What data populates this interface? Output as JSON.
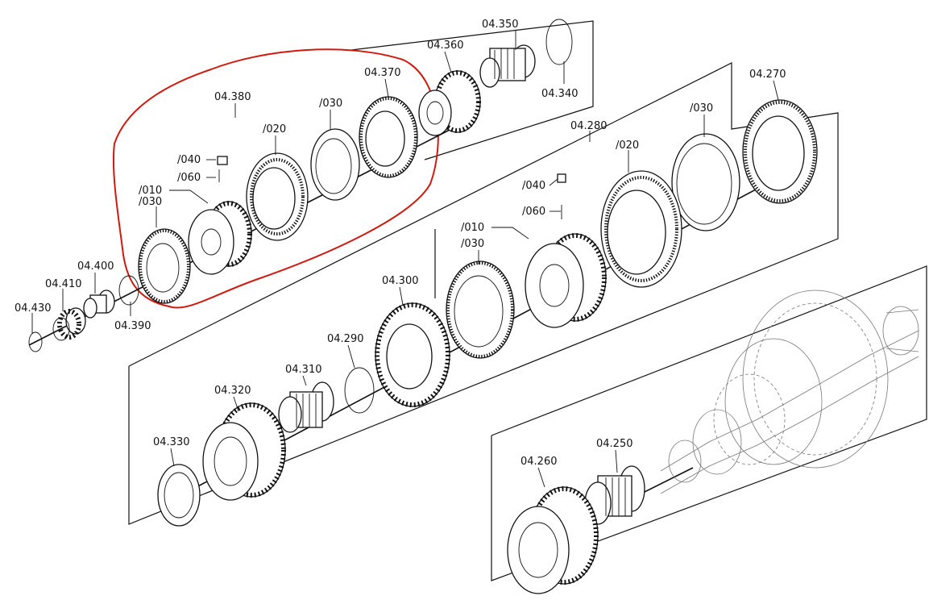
{
  "diagram": {
    "highlight_color": "#d01a10",
    "line_color": "#111111",
    "labels": {
      "p04_350": "04.350",
      "p04_340": "04.340",
      "p04_360": "04.360",
      "p04_370": "04.370",
      "p04_380": "04.380",
      "p04_380_030a": "/030",
      "p04_380_020": "/020",
      "p04_380_040": "/040",
      "p04_380_060": "/060",
      "p04_380_010": "/010",
      "p04_380_030b": "/030",
      "p04_400": "04.400",
      "p04_410": "04.410",
      "p04_430": "04.430",
      "p04_390": "04.390",
      "p04_270": "04.270",
      "p04_280": "04.280",
      "p04_280_030a": "/030",
      "p04_280_020": "/020",
      "p04_280_040": "/040",
      "p04_280_060": "/060",
      "p04_280_010": "/010",
      "p04_280_030b": "/030",
      "p04_300": "04.300",
      "p04_290": "04.290",
      "p04_310": "04.310",
      "p04_320": "04.320",
      "p04_330": "04.330",
      "p04_260": "04.260",
      "p04_250": "04.250"
    }
  }
}
